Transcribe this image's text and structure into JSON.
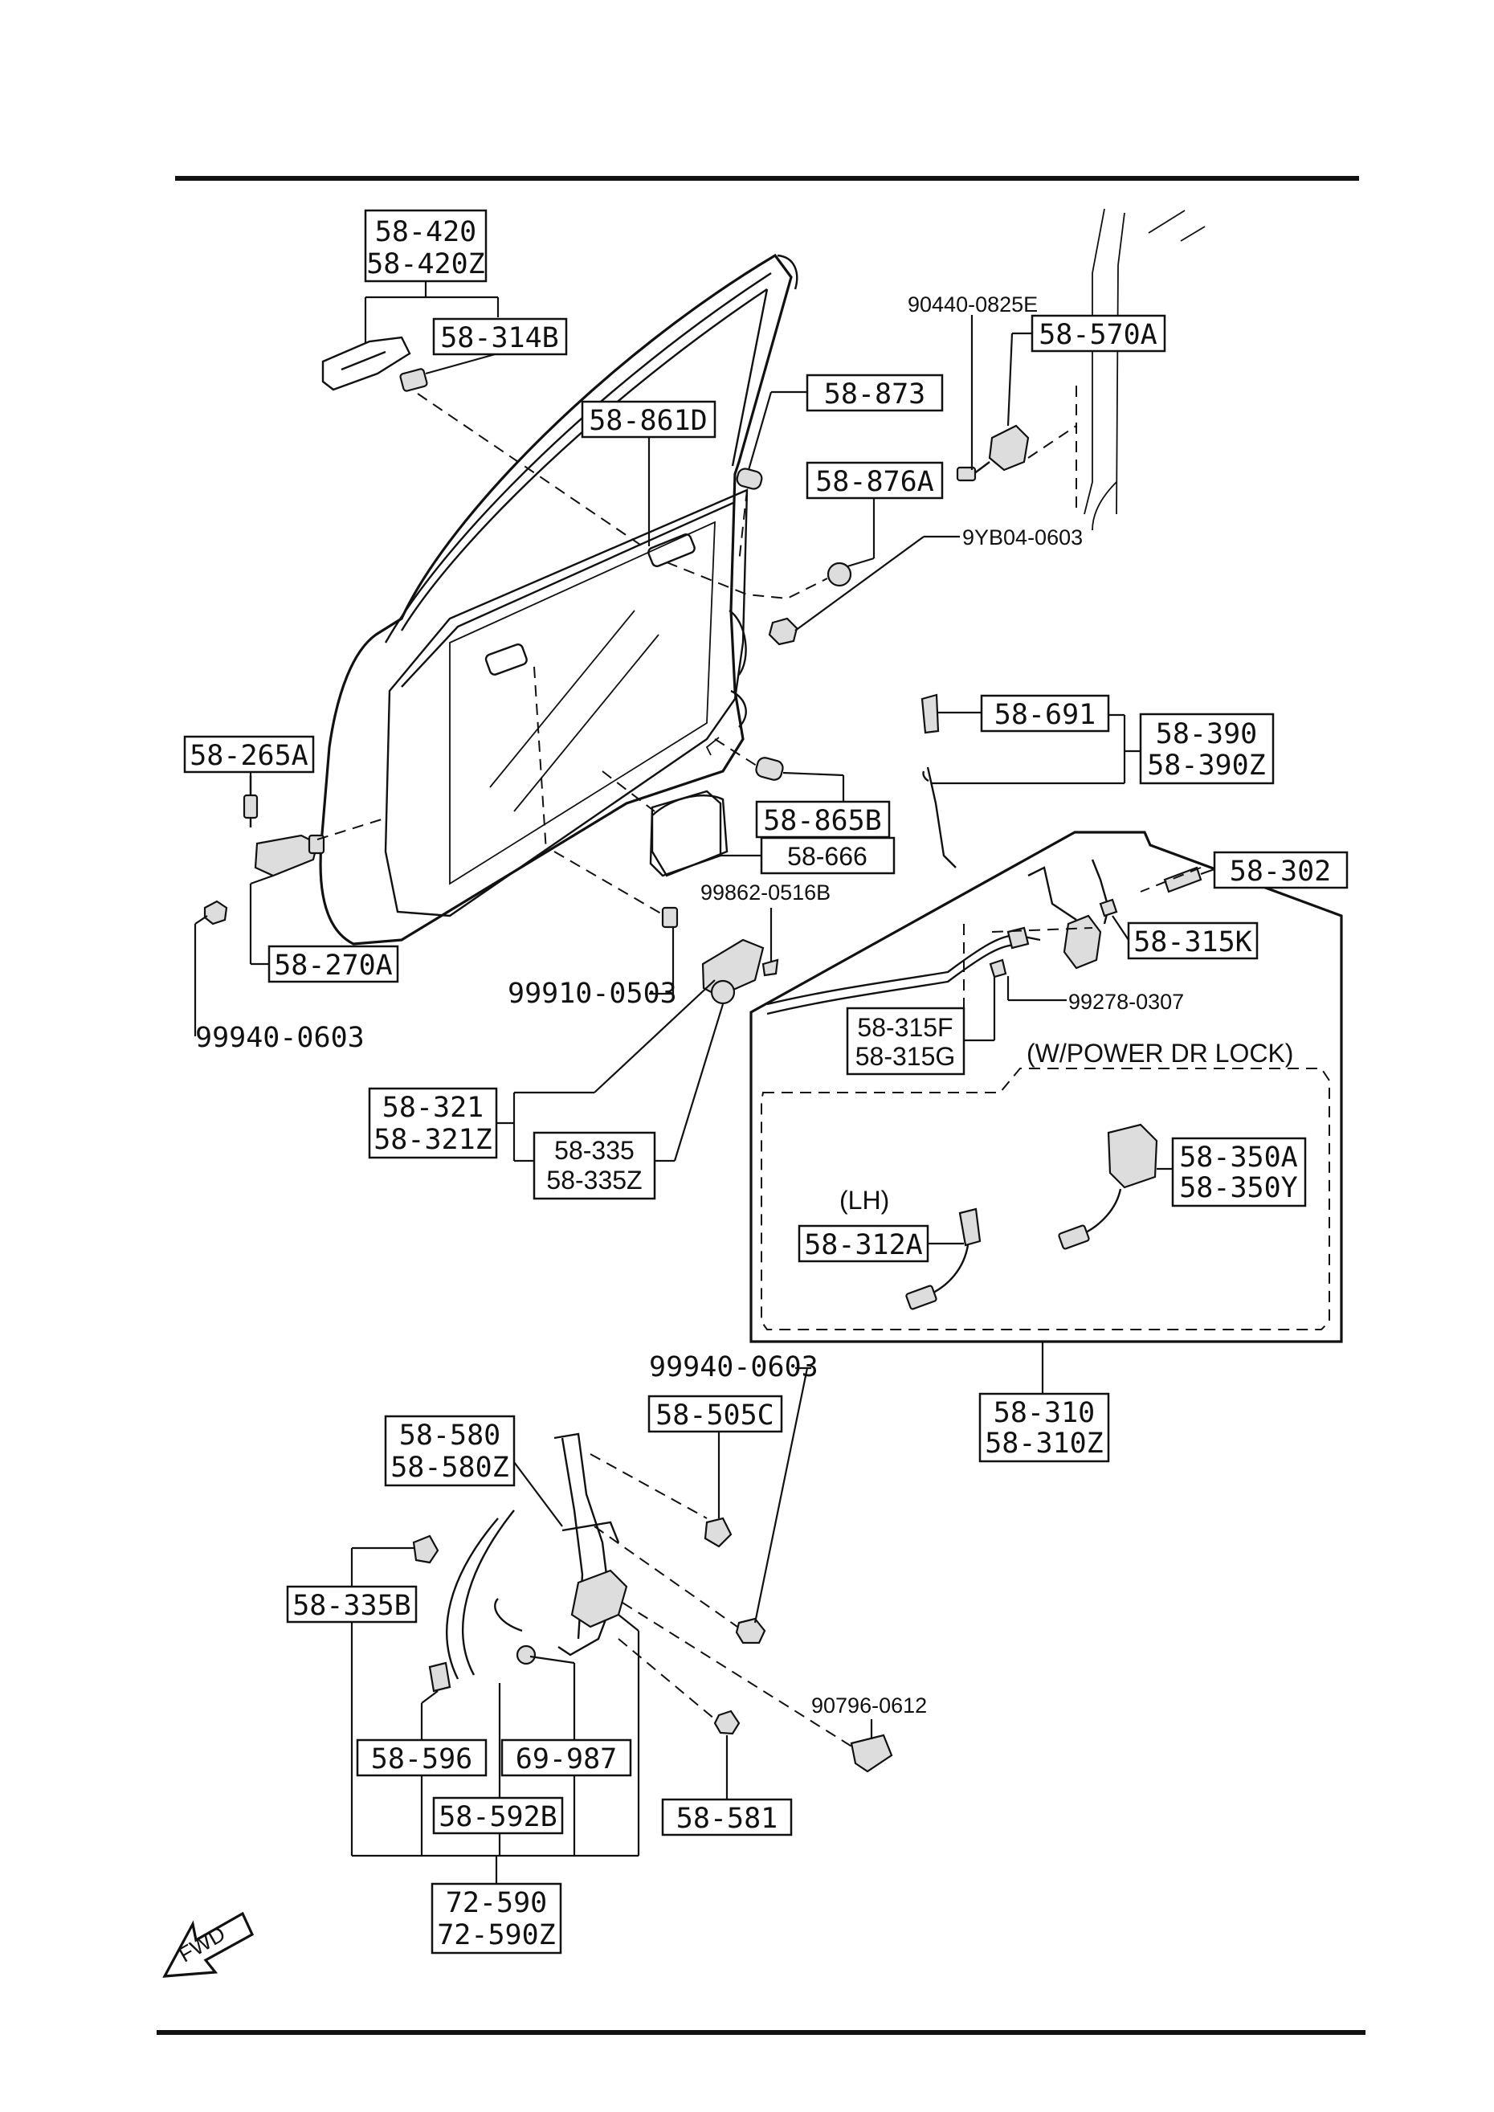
{
  "labels": {
    "l58_420": "58-420",
    "l58_420z": "58-420Z",
    "l58_314b": "58-314B",
    "l58_861d": "58-861D",
    "l58_873": "58-873",
    "l58_876a": "58-876A",
    "l9yb04": "9YB04-0603",
    "l90440": "90440-0825E",
    "l58_570a": "58-570A",
    "l58_265a": "58-265A",
    "l58_270a": "58-270A",
    "l99940a": "99940-0603",
    "l58_865b": "58-865B",
    "l58_666": "58-666",
    "l99862": "99862-0516B",
    "l99910": "99910-0503",
    "l58_691": "58-691",
    "l58_390": "58-390",
    "l58_390z": "58-390Z",
    "l58_302": "58-302",
    "l58_315k": "58-315K",
    "l99278": "99278-0307",
    "l58_315f": "58-315F",
    "l58_315g": "58-315G",
    "lpower": "(W/POWER DR LOCK)",
    "l58_321": "58-321",
    "l58_321z": "58-321Z",
    "l58_335": "58-335",
    "l58_335z": "58-335Z",
    "llh": "(LH)",
    "l58_312a": "58-312A",
    "l58_350a": "58-350A",
    "l58_350y": "58-350Y",
    "l58_310": "58-310",
    "l58_310z": "58-310Z",
    "l99940b": "99940-0603",
    "l58_505c": "58-505C",
    "l58_580": "58-580",
    "l58_580z": "58-580Z",
    "l58_335b": "58-335B",
    "l90796": "90796-0612",
    "l58_596": "58-596",
    "l69_987": "69-987",
    "l58_592b": "58-592B",
    "l58_581": "58-581",
    "l72_590": "72-590",
    "l72_590z": "72-590Z",
    "fwd": "FWD"
  }
}
